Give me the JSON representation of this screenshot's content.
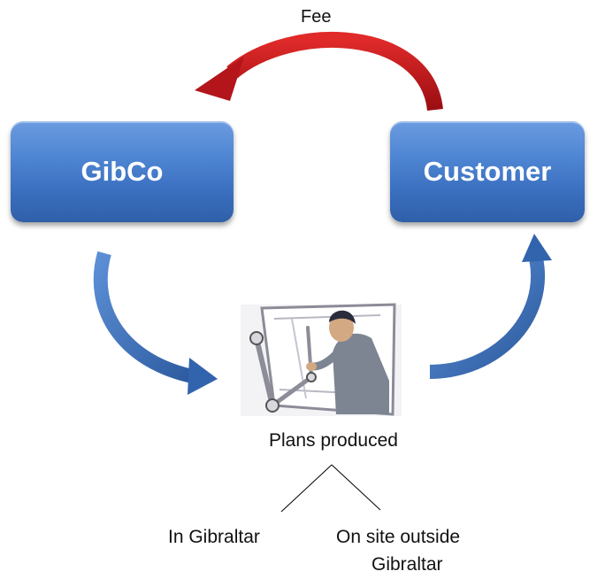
{
  "fee_label": "Fee",
  "nodes": {
    "gibco": "GibCo",
    "customer": "Customer",
    "plans": "Plans produced",
    "in_gibraltar": "In Gibraltar",
    "on_site_line1": "On site outside",
    "on_site_line2": "Gibraltar"
  },
  "colors": {
    "box_blue": "#4f86d3",
    "fee_arrow_red": "#c0161b",
    "flow_arrow_blue": "#3b6db5"
  },
  "icons": {
    "drafting": "person-at-drafting-table-clipart"
  }
}
